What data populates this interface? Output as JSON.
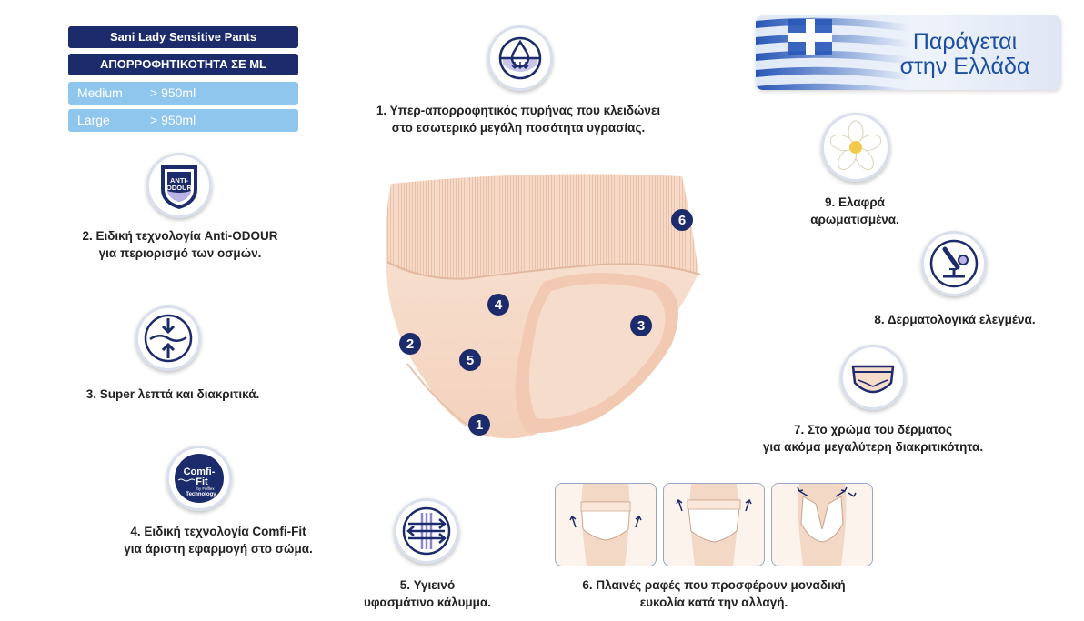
{
  "spec_panel": {
    "product_name": "Sani Lady Sensitive Pants",
    "absorbency_header": "ΑΠΟΡΡΟΦΗΤΙΚΟΤΗΤΑ ΣΕ ML",
    "rows": [
      {
        "size": "Medium",
        "value": "> 950ml"
      },
      {
        "size": "Large",
        "value": "> 950ml"
      }
    ]
  },
  "badge": {
    "line1": "Παράγεται",
    "line2": "στην Ελλάδα"
  },
  "features": {
    "f1": {
      "line1": "1. Υπερ-απορροφητικός πυρήνας που κλειδώνει",
      "line2": "στο εσωτερικό  μεγάλη ποσότητα υγρασίας."
    },
    "f2": {
      "line1": "2. Ειδική τεχνολογία Anti-ODOUR",
      "line2": "για περιορισμό των οσμών."
    },
    "f3": {
      "line1": "3. Super λεπτά και διακριτικά."
    },
    "f4": {
      "line1": "4. Ειδική τεχνολογία Comfi-Fit",
      "line2": "για άριστη εφαρμογή στο σώμα."
    },
    "f5": {
      "line1": "5. Υγιεινό",
      "line2": "υφασμάτινο κάλυμμα."
    },
    "f6": {
      "line1": "6. Πλαινές ραφές που προσφέρουν μοναδική",
      "line2": "ευκολία κατά την αλλαγή."
    },
    "f7": {
      "line1": "7. Στο χρώμα του δέρματος",
      "line2": "για ακόμα μεγαλύτερη  διακριτικότητα."
    },
    "f8": {
      "line1": "8. Δερματολογικά  ελεγμένα."
    },
    "f9": {
      "line1": "9. Ελαφρά",
      "line2": "αρωματισμένα."
    }
  },
  "icons": {
    "anti_odour": {
      "line1": "ANTI-",
      "line2": "ODOUR"
    },
    "comfi_fit": {
      "line1": "Comfi-",
      "line2": "Fit",
      "line3": "by Fulflex",
      "line4": "Technology"
    }
  },
  "markers": [
    "1",
    "2",
    "3",
    "4",
    "5",
    "6"
  ],
  "colors": {
    "navy": "#1c2b6b",
    "light_blue": "#8fc6ee",
    "badge_text": "#1c4fa1",
    "skin": "#f6dccb"
  }
}
